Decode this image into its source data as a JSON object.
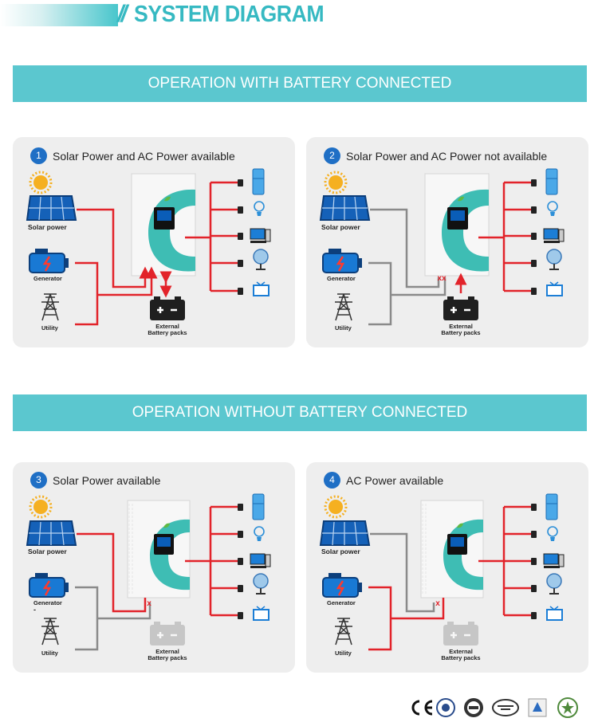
{
  "header": {
    "title": "SYSTEM DIAGRAM"
  },
  "banners": [
    {
      "label": "OPERATION WITH BATTERY CONNECTED"
    },
    {
      "label": "OPERATION WITHOUT BATTERY CONNECTED"
    }
  ],
  "panels": [
    {
      "number": "1",
      "title": "Solar Power and AC Power available"
    },
    {
      "number": "2",
      "title": "Solar Power and AC Power not available"
    },
    {
      "number": "3",
      "title": "Solar Power available"
    },
    {
      "number": "4",
      "title": "AC Power available"
    }
  ],
  "labels": {
    "solar": "Solar power",
    "generator": "Generator",
    "utility": "Utility",
    "battery_line1": "External",
    "battery_line2": "Battery packs",
    "fault_mark": "x",
    "fault_mark_double": "xx",
    "gen_dash": "-"
  },
  "colors": {
    "accent": "#36b9c2",
    "banner": "#5bc7cf",
    "active_line": "#e2232a",
    "inactive_line": "#8a8a8a",
    "number_badge": "#1f6fc5"
  },
  "icons": [
    "sun-icon",
    "solar-panel-icon",
    "generator-icon",
    "utility-tower-icon",
    "battery-icon",
    "inverter-icon",
    "fridge-icon",
    "bulb-icon",
    "computer-icon",
    "fan-icon",
    "tv-icon",
    "plug-icon",
    "ce-mark-icon",
    "cert-seal-icons"
  ]
}
